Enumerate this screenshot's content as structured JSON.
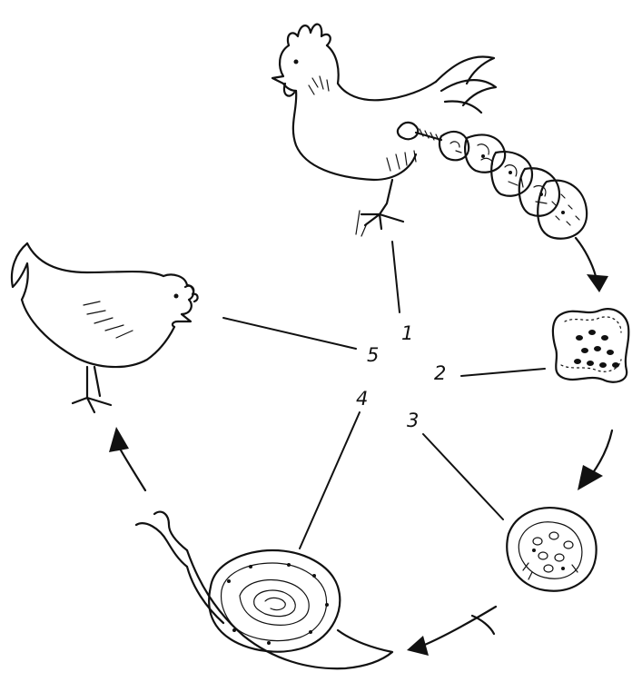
{
  "diagram": {
    "labels": {
      "l1": "1",
      "l2": "2",
      "l3": "3",
      "l4": "4",
      "l5": "5"
    },
    "colors": {
      "ink": "#111111",
      "paper": "#ffffff"
    }
  }
}
